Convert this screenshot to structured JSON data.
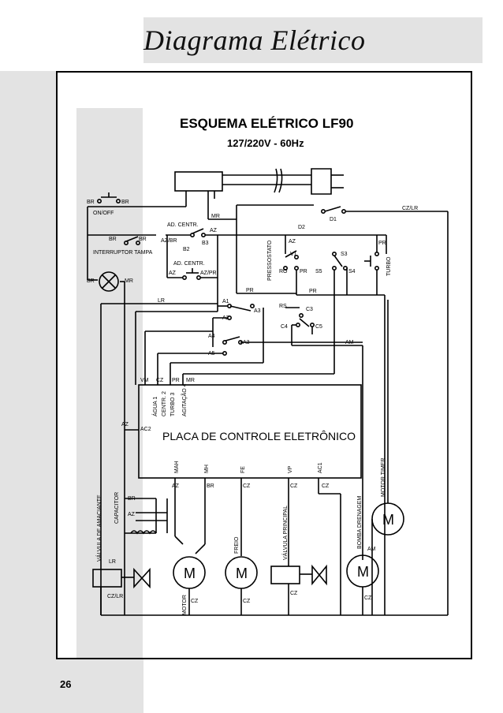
{
  "page": {
    "title": "Diagrama Elétrico",
    "page_number": "26"
  },
  "diagram": {
    "heading": "ESQUEMA ELÉTRICO    LF90",
    "voltage": "127/220V - 60Hz",
    "board_label": "PLACA DE CONTROLE ELETRÔNICO",
    "labels": {
      "br1": "BR",
      "br2": "BR",
      "on_off": "ON/OFF",
      "mr_top": "MR",
      "d2": "D2",
      "d1": "D1",
      "cz_lr": "CZ/LR",
      "ad_centr_1": "AD. CENTR.",
      "az_1": "AZ",
      "az_br": "AZ/BR",
      "b3": "B3",
      "b2": "B2",
      "br3": "BR",
      "br4": "BR",
      "interruptor": "INTERRUPTOR TAMPA",
      "ad_centr_2": "AD. CENTR.",
      "az_2": "AZ",
      "az_pr": "AZ/PR",
      "pressostato": "PRESSOSTATO",
      "az_3": "AZ",
      "v1": "V1",
      "ro": "RO",
      "pr_1": "PR",
      "s3": "S3",
      "s5": "S5",
      "s4": "S4",
      "pr_2": "PR",
      "turbo": "TURBO",
      "br5": "BR",
      "mr_lamp": "MR",
      "lr_1": "LR",
      "pr_3": "PR",
      "a1": "A1",
      "a3_1": "A3",
      "a2": "A2",
      "rs": "RS",
      "c3": "C3",
      "pr_4": "PR",
      "c4": "C4",
      "c5": "C5",
      "a4": "A4",
      "a3_2": "A3",
      "a5": "A5",
      "am_1": "AM",
      "vm": "VM",
      "cz_1": "CZ",
      "pr_5": "PR",
      "mr_2": "MR",
      "agua": "ÁGUA 1",
      "centr": "CENTR. 2",
      "turbo3": "TURBO 3",
      "agitacao": "AGITAÇÃO 4",
      "az_4": "AZ",
      "ac2": "AC2",
      "mah": "MAH",
      "mh": "MH",
      "fe": "FE",
      "vp": "VP",
      "ac1": "AC1",
      "az_5": "AZ",
      "br6": "BR",
      "cz_2": "CZ",
      "cz_3": "CZ",
      "cz_4": "CZ",
      "valvula_amaciante": "VÁLVULA DE AMACIANTE",
      "capacitor": "CAPACITOR",
      "br7": "BR",
      "az_6": "AZ",
      "lr_2": "LR",
      "cz_lr_2": "CZ/LR",
      "freio": "FREIO",
      "valvula_principal": "VÁLVULA PRINCIPAL",
      "bomba": "BOMBA DRENAGEM",
      "motor_timer": "MOTOR TIMER",
      "am_2": "AM",
      "motor": "MOTOR",
      "cz_5": "CZ",
      "cz_6": "CZ",
      "cz_7": "CZ",
      "cz_8": "CZ",
      "m1": "M",
      "m2": "M",
      "m3": "M",
      "m4": "M"
    }
  },
  "colors": {
    "background": "#ffffff",
    "band": "#e3e3e3",
    "ink": "#000000"
  }
}
